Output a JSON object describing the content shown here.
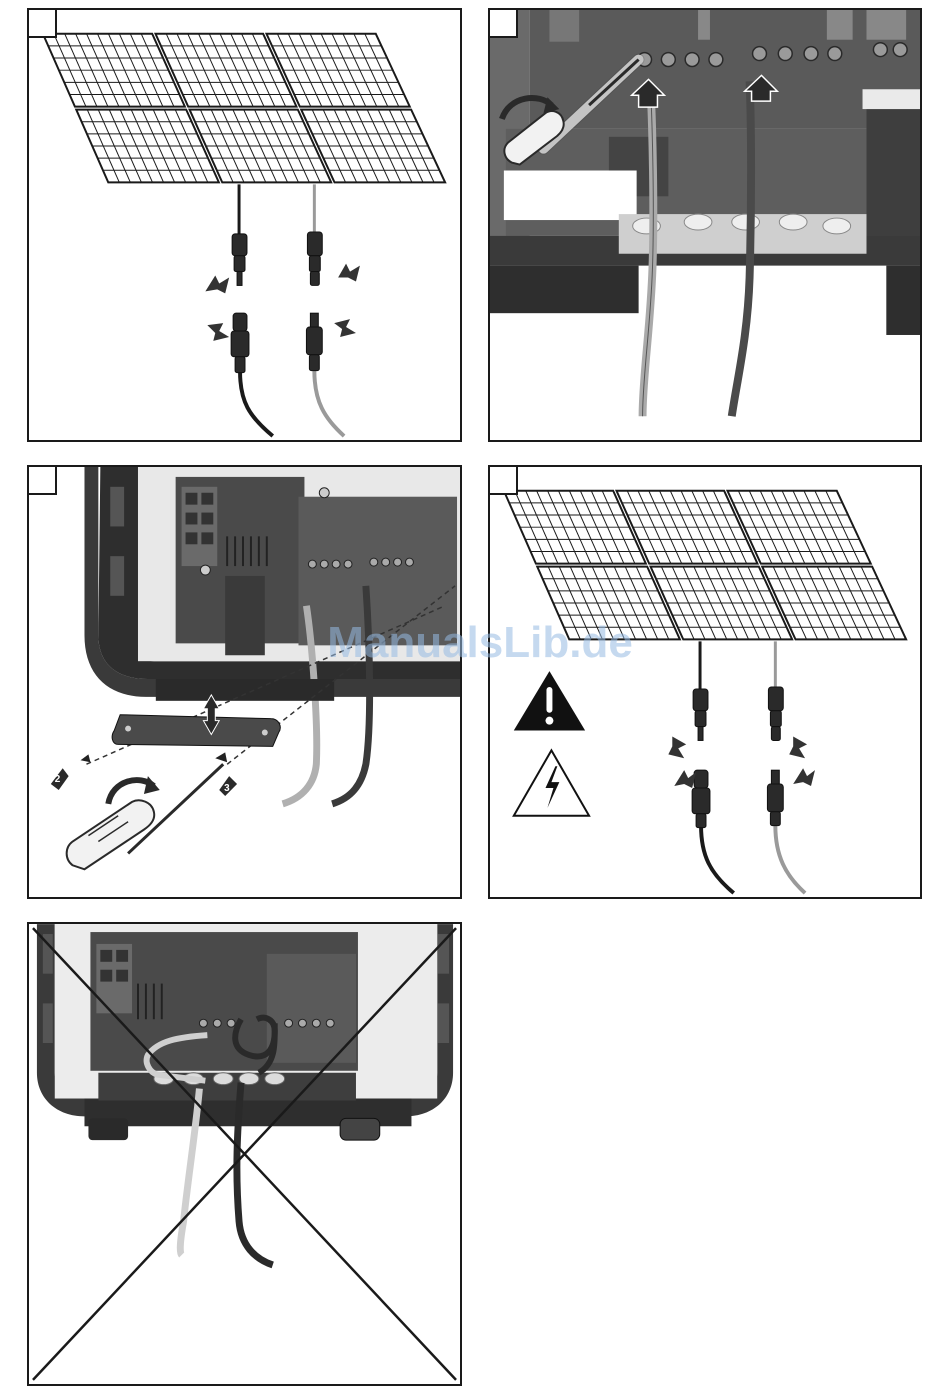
{
  "watermark": {
    "text": "ManualsLib.de"
  },
  "steps": [
    {
      "id": "step-1",
      "label": ""
    },
    {
      "id": "step-2",
      "label": ""
    },
    {
      "id": "step-3",
      "label": ""
    },
    {
      "id": "step-4",
      "label": ""
    }
  ],
  "screw_markers": {
    "left": "2",
    "right": "3"
  },
  "icons": {
    "warning": "exclamation-triangle-icon",
    "voltage": "high-voltage-icon",
    "prohibited": "crossed-out-x-icon"
  },
  "colors": {
    "line": "#1a1a1a",
    "cable_gray": "#9a9a9a",
    "housing": "#3a3a3a",
    "background": "#ffffff"
  }
}
